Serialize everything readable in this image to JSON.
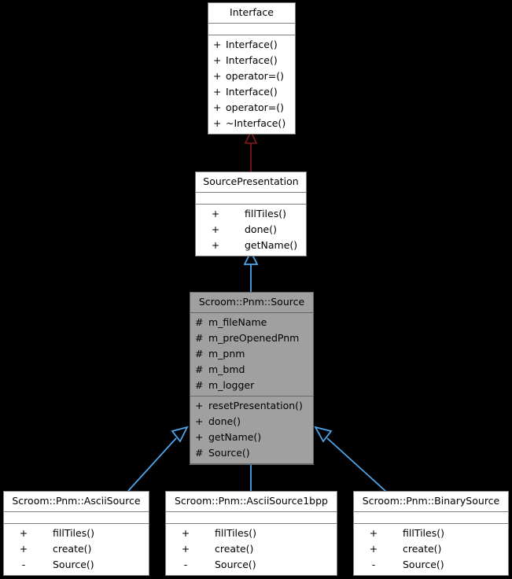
{
  "diagram": {
    "kind": "uml-class-inheritance-diagram",
    "background_color": "#000000",
    "node_fill": "#ffffff",
    "highlight_fill": "#a0a0a0",
    "edge_colors": {
      "interface_inheritance": "#8b1a1a",
      "class_inheritance": "#4ba6ee"
    }
  },
  "nodes": {
    "interface": {
      "title": "Interface",
      "attributes": [],
      "methods": [
        {
          "visibility": "+",
          "label": "Interface()"
        },
        {
          "visibility": "+",
          "label": "Interface()"
        },
        {
          "visibility": "+",
          "label": "operator=()"
        },
        {
          "visibility": "+",
          "label": "Interface()"
        },
        {
          "visibility": "+",
          "label": "operator=()"
        },
        {
          "visibility": "+",
          "label": "~Interface()"
        }
      ]
    },
    "presentation": {
      "title": "SourcePresentation",
      "attributes": [],
      "methods": [
        {
          "visibility": "+",
          "label": "fillTiles()"
        },
        {
          "visibility": "+",
          "label": "done()"
        },
        {
          "visibility": "+",
          "label": "getName()"
        }
      ]
    },
    "source": {
      "title": "Scroom::Pnm::Source",
      "attributes": [
        {
          "visibility": "#",
          "label": "m_fileName"
        },
        {
          "visibility": "#",
          "label": "m_preOpenedPnm"
        },
        {
          "visibility": "#",
          "label": "m_pnm"
        },
        {
          "visibility": "#",
          "label": "m_bmd"
        },
        {
          "visibility": "#",
          "label": "m_logger"
        }
      ],
      "methods": [
        {
          "visibility": "+",
          "label": "resetPresentation()"
        },
        {
          "visibility": "+",
          "label": "done()"
        },
        {
          "visibility": "+",
          "label": "getName()"
        },
        {
          "visibility": "#",
          "label": "Source()"
        }
      ]
    },
    "asciisource": {
      "title": "Scroom::Pnm::AsciiSource",
      "attributes": [],
      "methods": [
        {
          "visibility": "+",
          "label": "fillTiles()"
        },
        {
          "visibility": "+",
          "label": "create()"
        },
        {
          "visibility": "-",
          "label": "Source()"
        }
      ]
    },
    "asciisource1bpp": {
      "title": "Scroom::Pnm::AsciiSource1bpp",
      "attributes": [],
      "methods": [
        {
          "visibility": "+",
          "label": "fillTiles()"
        },
        {
          "visibility": "+",
          "label": "create()"
        },
        {
          "visibility": "-",
          "label": "Source()"
        }
      ]
    },
    "binarysource": {
      "title": "Scroom::Pnm::BinarySource",
      "attributes": [],
      "methods": [
        {
          "visibility": "+",
          "label": "fillTiles()"
        },
        {
          "visibility": "+",
          "label": "create()"
        },
        {
          "visibility": "-",
          "label": "Source()"
        }
      ]
    }
  },
  "edges": [
    {
      "from": "presentation",
      "to": "interface",
      "type": "generalization",
      "color": "#8b1a1a"
    },
    {
      "from": "source",
      "to": "presentation",
      "type": "generalization",
      "color": "#4ba6ee"
    },
    {
      "from": "asciisource",
      "to": "source",
      "type": "generalization",
      "color": "#4ba6ee"
    },
    {
      "from": "asciisource1bpp",
      "to": "source",
      "type": "generalization",
      "color": "#4ba6ee"
    },
    {
      "from": "binarysource",
      "to": "source",
      "type": "generalization",
      "color": "#4ba6ee"
    }
  ]
}
